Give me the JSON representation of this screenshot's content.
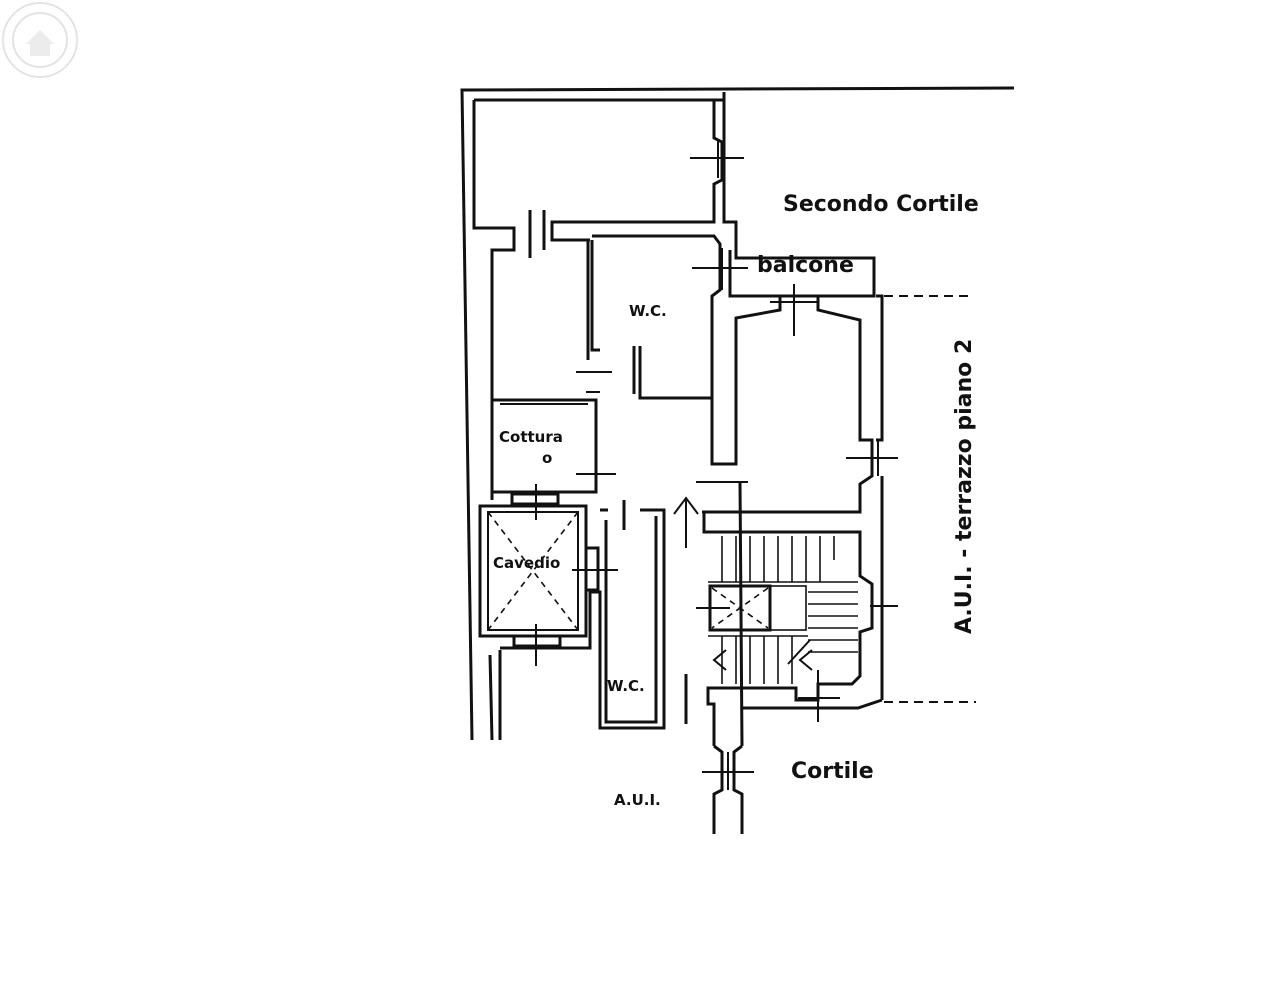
{
  "labels": {
    "secondo_cortile": "Secondo Cortile",
    "balcone": "balcone",
    "wc_upper": "W.C.",
    "cottura": "Cottura",
    "cottura_symbol": "o",
    "cavedio": "Cavedio",
    "wc_lower": "W.C.",
    "terrazzo": "A.U.I. - terrazzo piano 2",
    "cortile": "Cortile",
    "aui_bottom": "A.U.I."
  }
}
